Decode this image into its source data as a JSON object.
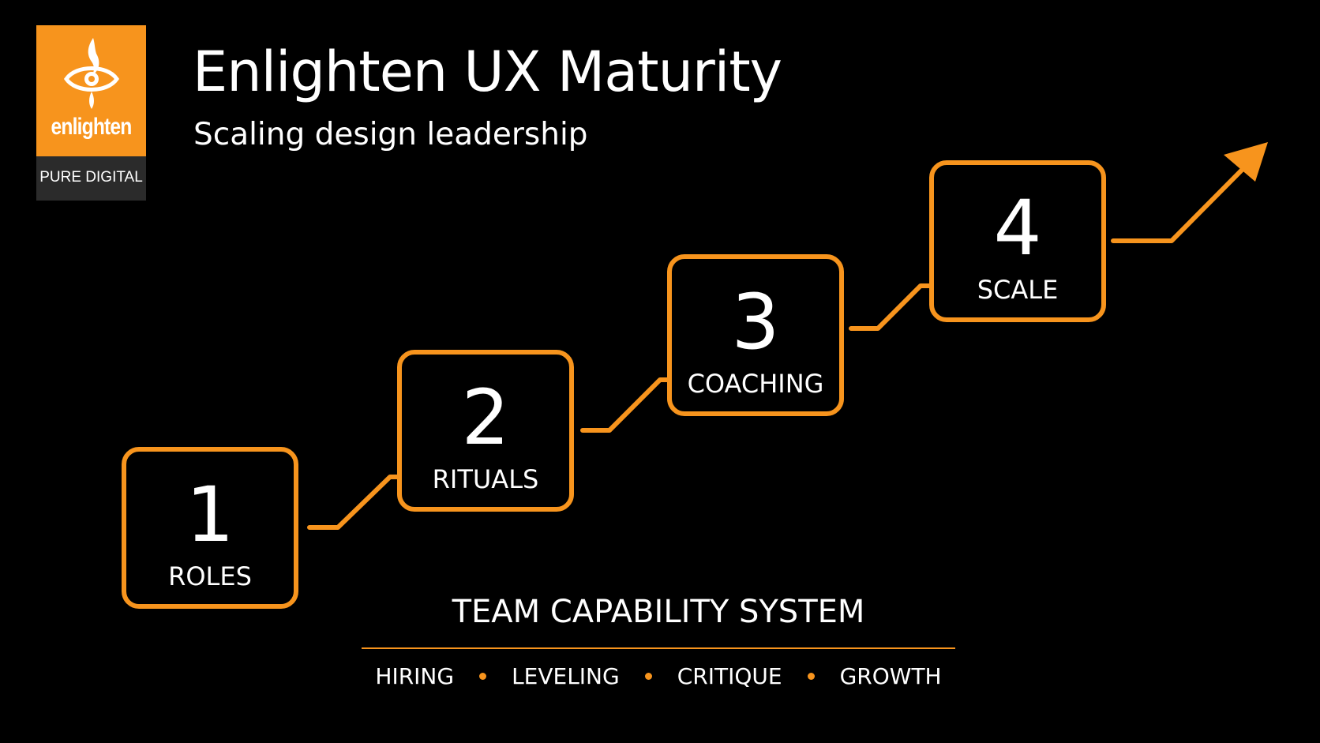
{
  "colors": {
    "background": "#000000",
    "accent": "#f7941d",
    "text": "#ffffff",
    "logo_bottom": "#2b2b2b"
  },
  "logo": {
    "icon": "eye-flame-icon",
    "wordmark": "enlighten",
    "tagline": "PURE DIGITAL"
  },
  "header": {
    "title": "Enlighten UX Maturity",
    "subtitle": "Scaling design leadership"
  },
  "steps": [
    {
      "number": "1",
      "label": "ROLES"
    },
    {
      "number": "2",
      "label": "RITUALS"
    },
    {
      "number": "3",
      "label": "COACHING"
    },
    {
      "number": "4",
      "label": "SCALE"
    }
  ],
  "growth_arrow": {
    "icon": "arrow-up-right-icon"
  },
  "system": {
    "title": "TEAM CAPABILITY SYSTEM",
    "items": [
      "HIRING",
      "LEVELING",
      "CRITIQUE",
      "GROWTH"
    ]
  }
}
